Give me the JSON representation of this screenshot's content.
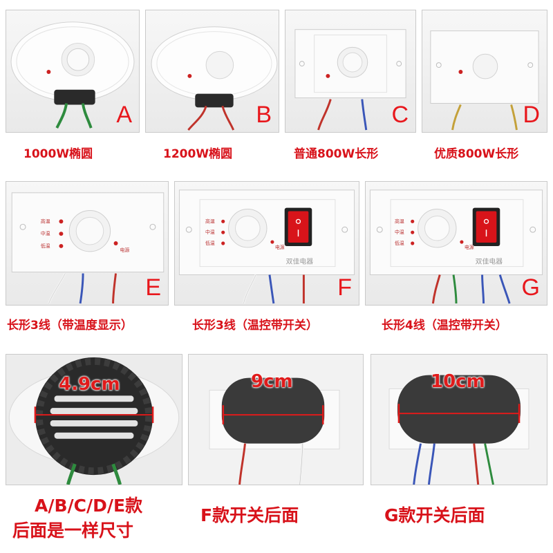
{
  "panels": [
    {
      "letter": "A",
      "caption": "1000W椭圆"
    },
    {
      "letter": "B",
      "caption": "1200W椭圆"
    },
    {
      "letter": "C",
      "caption": "普通800W长形"
    },
    {
      "letter": "D",
      "caption": "优质800W长形"
    },
    {
      "letter": "E",
      "caption": "长形3线（带温度显示）"
    },
    {
      "letter": "F",
      "caption": "长形3线（温控带开关）"
    },
    {
      "letter": "G",
      "caption": "长形4线（温控带开关）"
    }
  ],
  "indicator_labels": {
    "high": "高温",
    "mid": "中温",
    "low": "低温",
    "power": "电源"
  },
  "brand_text": "双佳电器",
  "back_views": [
    {
      "dimension": "4.9cm",
      "caption_line1": "A/B/C/D/E款",
      "caption_line2": "后面是一样尺寸"
    },
    {
      "dimension": "9cm",
      "caption_line1": "F款开关后面"
    },
    {
      "dimension": "10cm",
      "caption_line1": "G款开关后面"
    }
  ],
  "colors": {
    "accent_red": "#e8171c",
    "wire_green": "#2e8b3e",
    "wire_red": "#c0332b",
    "wire_blue": "#3a56b8",
    "wire_white": "#f2f2f2",
    "wire_yellow": "#c4a13a",
    "switch_red": "#d8141a"
  }
}
